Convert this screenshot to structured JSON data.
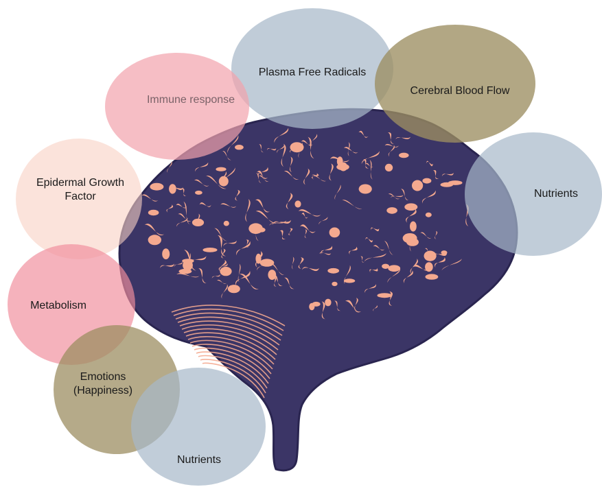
{
  "bubbles": [
    {
      "id": "plasma",
      "lines": [
        "Plasma Free Radicals"
      ],
      "color": "#a7b8c9",
      "opacity": 0.72
    },
    {
      "id": "immune",
      "lines": [
        "Immune response"
      ],
      "color": "#f2a3ad",
      "opacity": 0.7
    },
    {
      "id": "cerebral",
      "lines": [
        "Cerebral Blood Flow"
      ],
      "color": "#9c8e62",
      "opacity": 0.78
    },
    {
      "id": "nutrients1",
      "lines": [
        "Nutrients"
      ],
      "color": "#a7b8c9",
      "opacity": 0.7
    },
    {
      "id": "epidermal",
      "lines": [
        "Epidermal Growth",
        "Factor"
      ],
      "color": "#f9d0c3",
      "opacity": 0.6
    },
    {
      "id": "metabolism",
      "lines": [
        "Metabolism"
      ],
      "color": "#f08e9c",
      "opacity": 0.68
    },
    {
      "id": "emotions",
      "lines": [
        "Emotions",
        "(Happiness)"
      ],
      "color": "#9c8e62",
      "opacity": 0.75
    },
    {
      "id": "nutrients2",
      "lines": [
        "Nutrients"
      ],
      "color": "#a7b8c9",
      "opacity": 0.7
    }
  ],
  "brain": {
    "fill": "#3b3566",
    "outline": "#2a2550",
    "gyri": "#f4a98f"
  }
}
